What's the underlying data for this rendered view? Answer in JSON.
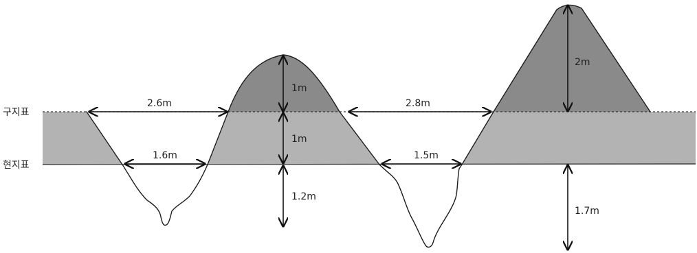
{
  "levels": {
    "original_surface": "구지표",
    "current_surface": "현지표"
  },
  "measurements": {
    "gap_upper_left": "2.6m",
    "gap_lower_left": "1.6m",
    "gap_upper_right": "2.8m",
    "gap_lower_right": "1.5m",
    "mound1_height_above_original": "1m",
    "mound1_height_original_to_current": "1m",
    "mound1_depth_below_current": "1.2m",
    "mound2_height_above_original": "2m",
    "mound2_depth_below_current": "1.7m"
  },
  "colors": {
    "light_fill": "#b3b3b4",
    "dark_fill": "#8a8a8b",
    "outline": "#1e1e1e"
  }
}
